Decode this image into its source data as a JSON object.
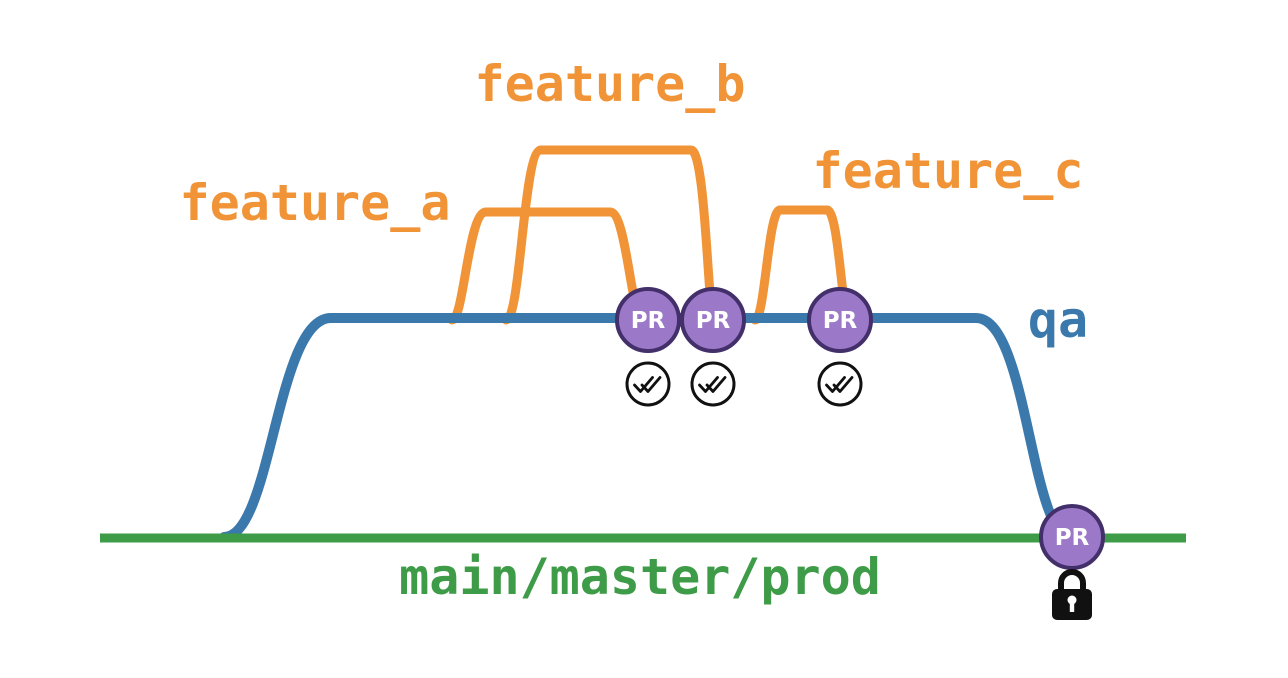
{
  "labels": {
    "feature_a": "feature_a",
    "feature_b": "feature_b",
    "feature_c": "feature_c",
    "qa": "qa",
    "main": "main/master/prod",
    "pr": "PR"
  },
  "colors": {
    "feature-orange": "#F09437",
    "qa-blue": "#3B79AD",
    "main-green": "#3E9B47",
    "pr-fill": "#9B79C8",
    "pr-border": "#43306B",
    "icon-black": "#111111",
    "background": "#FFFFFF"
  },
  "icons": {
    "checks_passed": "double-check-icon",
    "protected_branch": "lock-icon"
  }
}
